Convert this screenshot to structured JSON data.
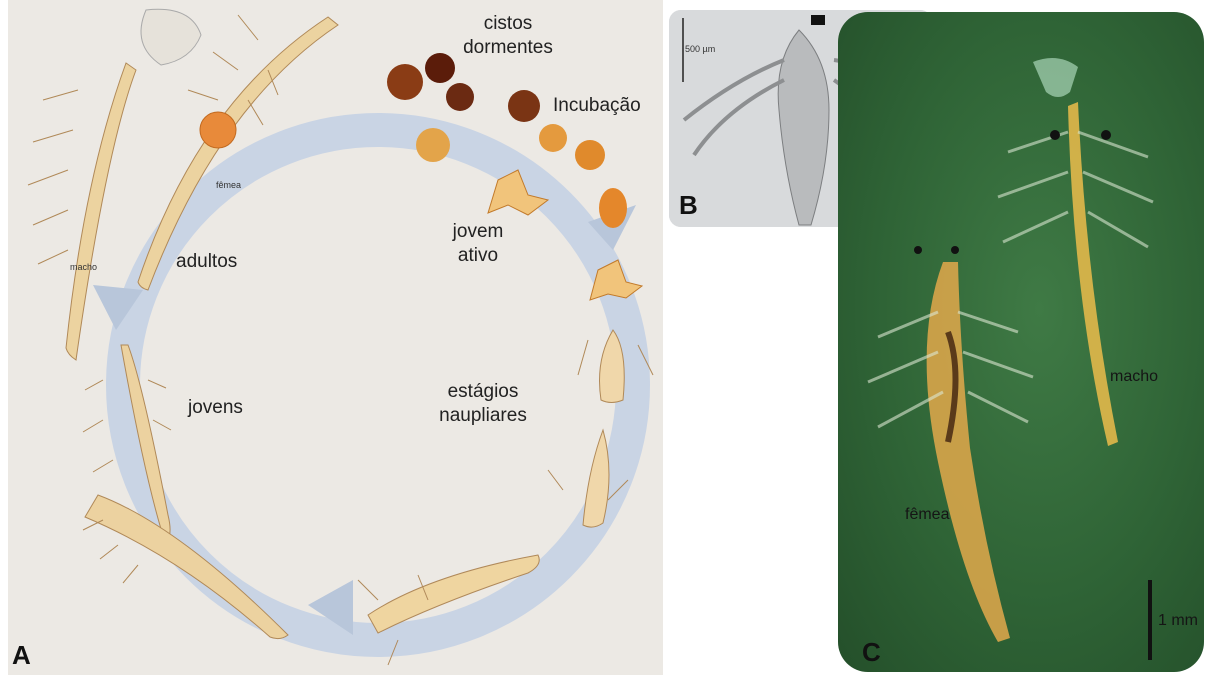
{
  "panel_a": {
    "letter": "A",
    "stages": {
      "cysts": [
        "cistos",
        "dormentes"
      ],
      "hatching": "Incubação",
      "active_young": [
        "jovem",
        "ativo"
      ],
      "nauplii": [
        "estágios",
        "naupliares"
      ],
      "juveniles": "jovens",
      "adults": "adultos",
      "female_tag": "fêmea",
      "male_tag": "macho"
    }
  },
  "panel_b": {
    "letter": "B",
    "scale": "500 µm"
  },
  "panel_c": {
    "letter": "C",
    "male": "macho",
    "female": "fêmea",
    "scale": "1 mm"
  },
  "colors": {
    "cycle_arrow": "#c9d4e4",
    "cyst_dark": "#6b2a12",
    "cyst_light": "#e0a24a",
    "body": "#e9d2a0",
    "background_c": "#2f6436"
  }
}
